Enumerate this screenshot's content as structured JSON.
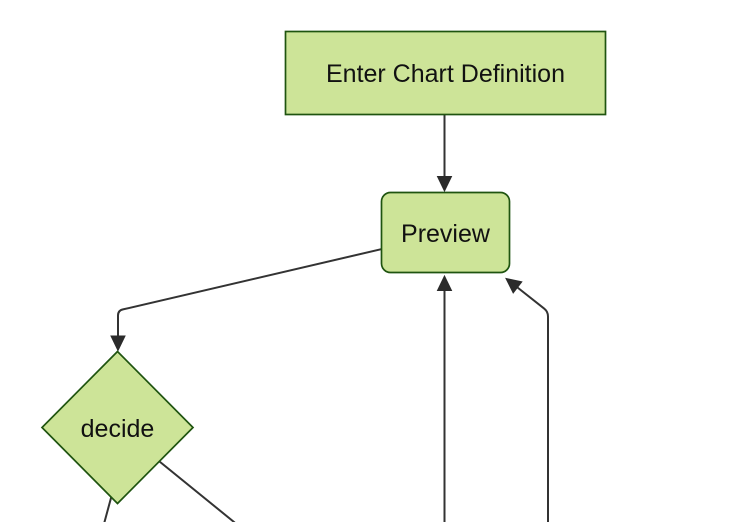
{
  "diagram": {
    "type": "flowchart",
    "direction": "top-down",
    "colors": {
      "background": "#ffffff",
      "node_fill": "#cde498",
      "node_border": "#1f5410",
      "edge": "#333333",
      "arrowhead": "#2b2b2b",
      "text": "#111111"
    },
    "nodes": [
      {
        "id": "enter-chart-definition",
        "label": "Enter Chart Definition",
        "shape": "rectangle"
      },
      {
        "id": "preview",
        "label": "Preview",
        "shape": "rounded-rectangle"
      },
      {
        "id": "decide",
        "label": "decide",
        "shape": "diamond"
      }
    ],
    "edges": [
      {
        "from": "enter-chart-definition",
        "to": "preview",
        "arrowhead": true
      },
      {
        "from": "preview",
        "to": "decide",
        "arrowhead": true
      },
      {
        "from": "offscreen-bottom",
        "to": "preview",
        "arrowhead": true
      },
      {
        "from": "offscreen-bottom-right",
        "to": "preview",
        "arrowhead": true
      },
      {
        "from": "decide",
        "to": "offscreen-bottom-left",
        "arrowhead": false
      },
      {
        "from": "decide",
        "to": "offscreen-bottom-right",
        "arrowhead": false
      }
    ]
  }
}
